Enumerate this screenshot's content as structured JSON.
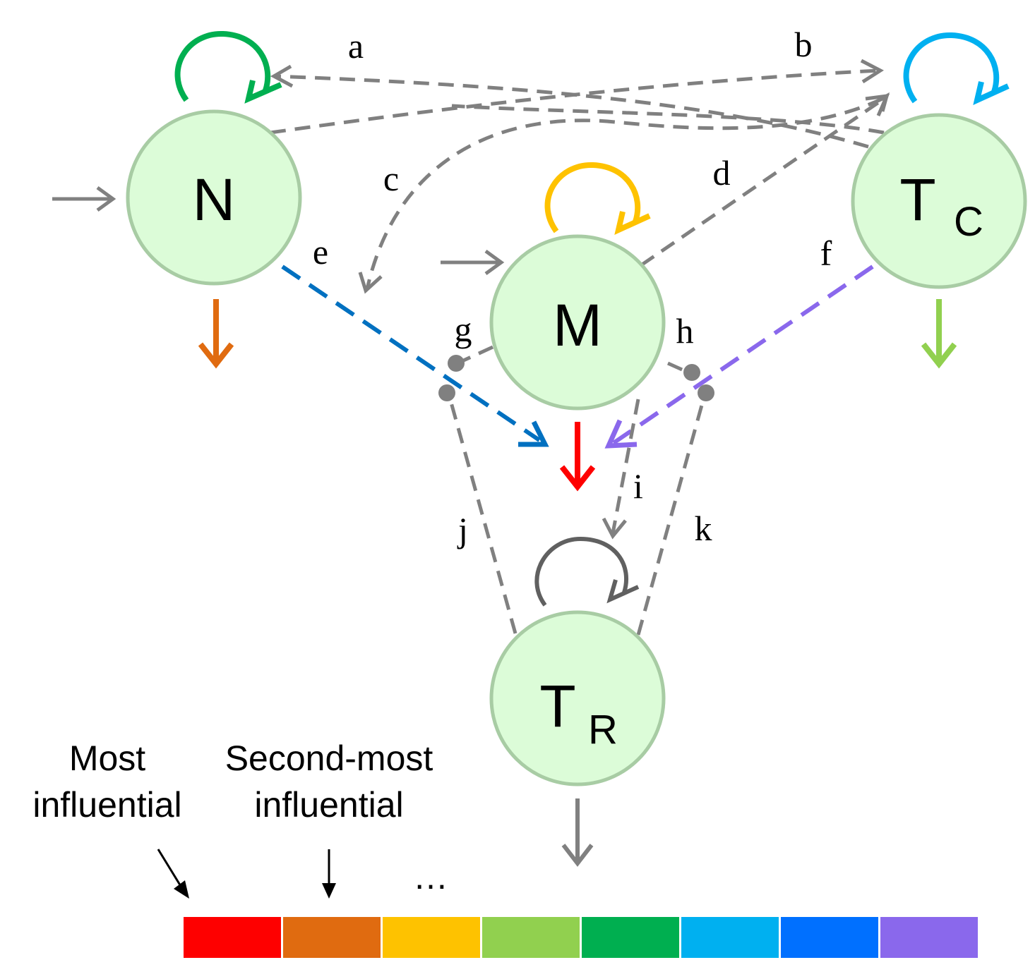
{
  "nodes": {
    "n": {
      "label": "N",
      "sub": ""
    },
    "m": {
      "label": "M",
      "sub": ""
    },
    "tc": {
      "label": "T",
      "sub": "C"
    },
    "tr": {
      "label": "T",
      "sub": "R"
    }
  },
  "edges": {
    "a": "a",
    "b": "b",
    "c": "c",
    "d": "d",
    "e": "e",
    "f": "f",
    "g": "g",
    "h": "h",
    "i": "i",
    "j": "j",
    "k": "k"
  },
  "legend": {
    "most_line1": "Most",
    "most_line2": "influential",
    "second_line1": "Second-most",
    "second_line2": "influential",
    "ellipsis": "…",
    "colors": [
      "#fe0000",
      "#e06b10",
      "#fec200",
      "#91d04f",
      "#00af50",
      "#00b0f0",
      "#0070ff",
      "#8a68ec"
    ]
  },
  "colors": {
    "edge_gray": "#808080",
    "node_fill": "#dcfcd8",
    "node_border": "#a8cca4",
    "loop_n": "#00af50",
    "loop_tc": "#00b0f0",
    "loop_m": "#fec200",
    "loop_tr": "#606060",
    "out_n": "#e06b10",
    "out_m": "#fe0000",
    "out_tc": "#91d04f",
    "out_tr": "#808080",
    "edge_e": "#0070c0",
    "edge_f": "#8a68ec"
  }
}
